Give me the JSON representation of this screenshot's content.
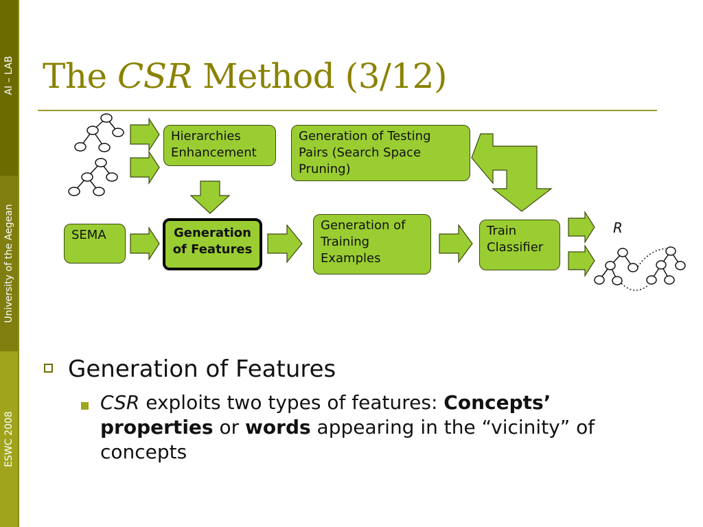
{
  "sidebar": {
    "top_label": "AI – LAB",
    "middle_label": "University of the Aegean",
    "bottom_label": "ESWC 2008"
  },
  "title": {
    "pre": "The ",
    "italic": "CSR",
    "post": " Method (3/12)"
  },
  "diagram": {
    "hierarchies_enhancement": [
      "Hierarchies",
      "Enhancement"
    ],
    "generation_testing_pairs": [
      "Generation of Testing",
      "Pairs (Search Space",
      "Pruning)"
    ],
    "sema": "SEMA",
    "generation_features": [
      "Generation",
      "of Features"
    ],
    "generation_training": [
      "Generation of",
      "Training",
      "Examples"
    ],
    "train_classifier": [
      "Train",
      "Classifier"
    ],
    "r_label": "R"
  },
  "bullets": {
    "level1": "Generation of Features",
    "level2": {
      "csr": "CSR",
      "text1": " exploits two types of features: ",
      "bold1": "Concepts’ properties",
      "text2": " or ",
      "bold2": "words",
      "text3": " appearing in the “vicinity” of concepts"
    }
  },
  "colors": {
    "box_fill": "#9acd32",
    "title": "#8a8200",
    "band_dark": "#6b6b00",
    "band_mid": "#807e0f",
    "band_light": "#9fa41c"
  }
}
